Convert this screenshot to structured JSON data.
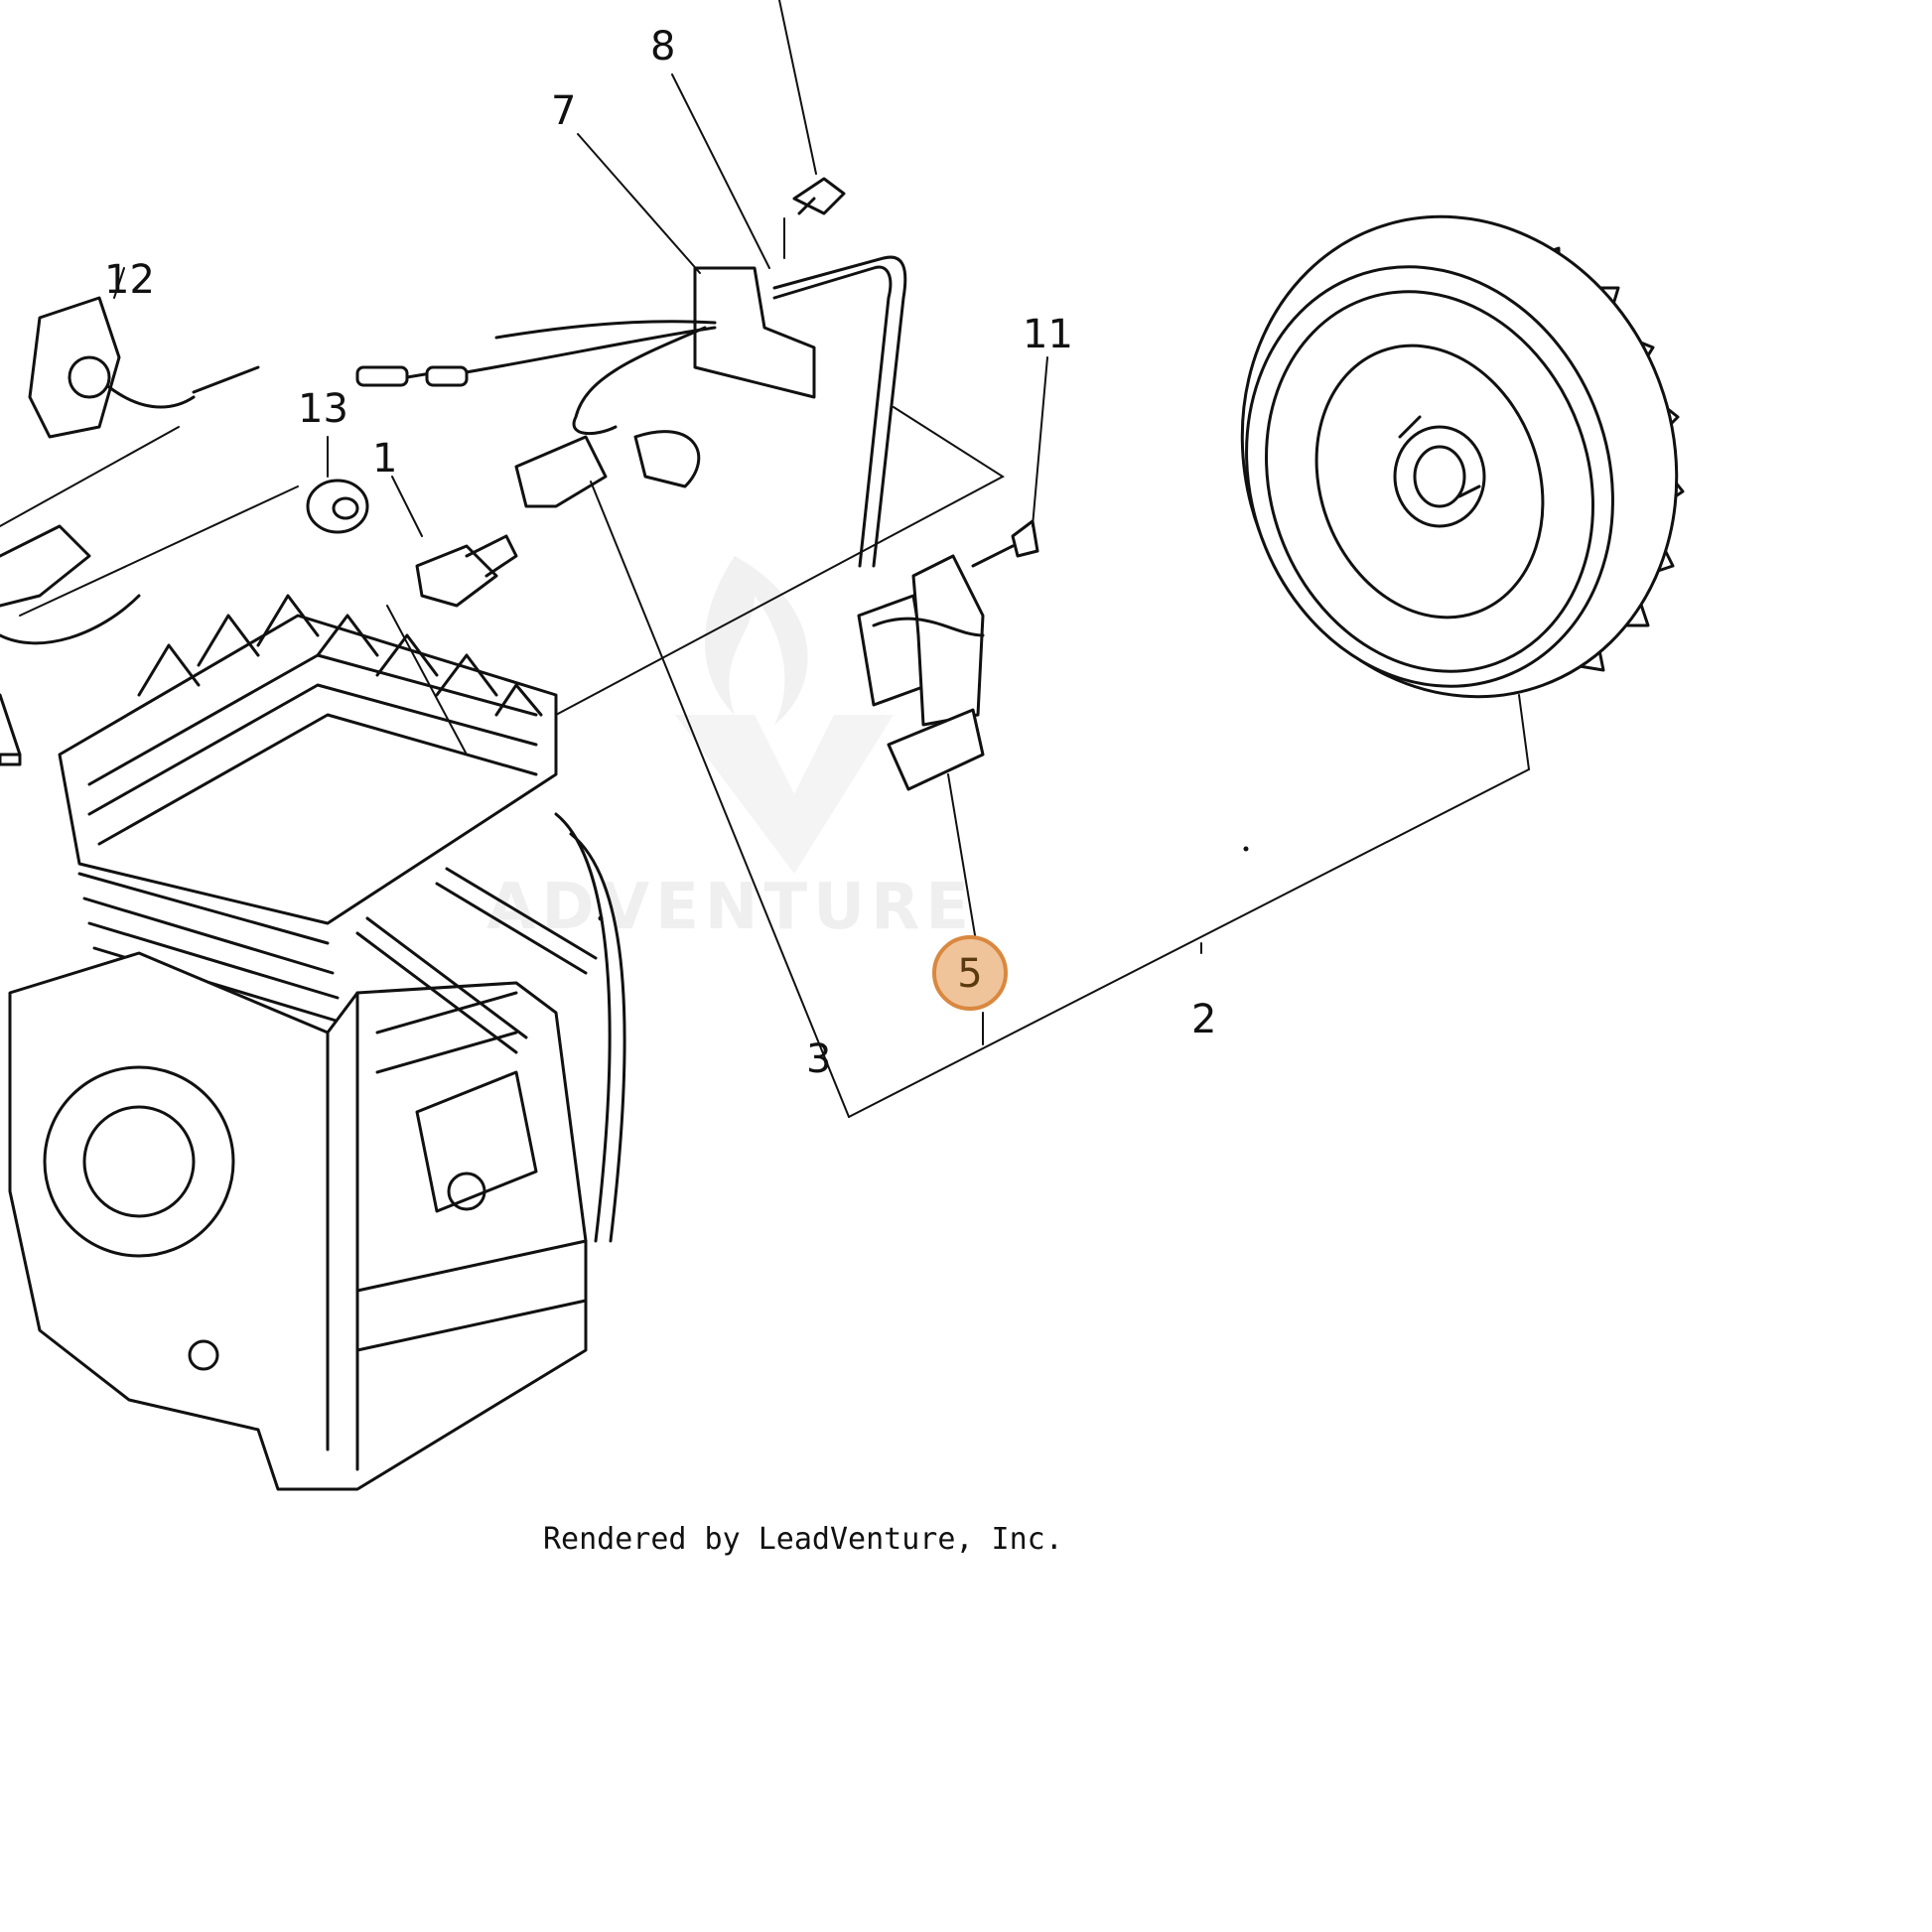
{
  "callouts": {
    "c1": "1",
    "c2": "2",
    "c3": "3",
    "c5": "5",
    "c7": "7",
    "c8": "8",
    "c11": "11",
    "c12": "12",
    "c13": "13"
  },
  "selected_callout": "5",
  "watermark": "ADVENTURE",
  "credit": "Rendered by LeadVenture, Inc.",
  "colors": {
    "line": "#111111",
    "selection_fill": "#f0c49a",
    "selection_stroke": "#d9883f",
    "watermark": "#e6e6e6"
  }
}
